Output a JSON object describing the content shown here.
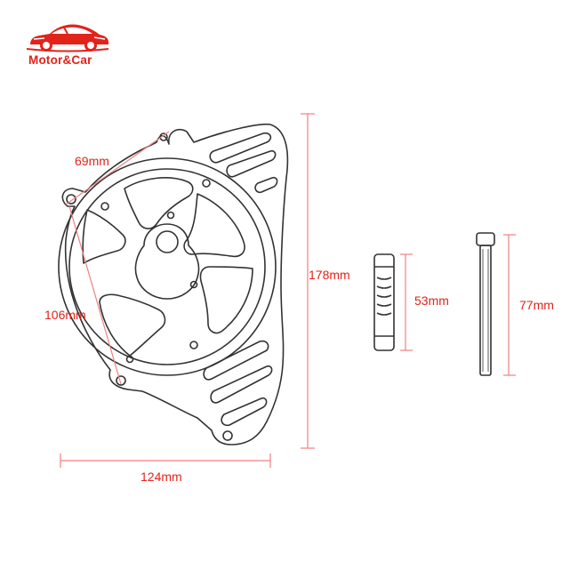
{
  "brand": {
    "name": "Motor&Car",
    "logo_icon": "car-silhouette-icon",
    "color": "#e2231a"
  },
  "dimensions": {
    "upper_diagonal": "69mm",
    "lower_diagonal": "106mm",
    "width": "124mm",
    "height": "178mm",
    "short_bolt": "53mm",
    "long_bolt": "77mm"
  },
  "colors": {
    "dimension_line": "#f08080",
    "label_text": "#e2231a",
    "part_outline": "#333333"
  }
}
